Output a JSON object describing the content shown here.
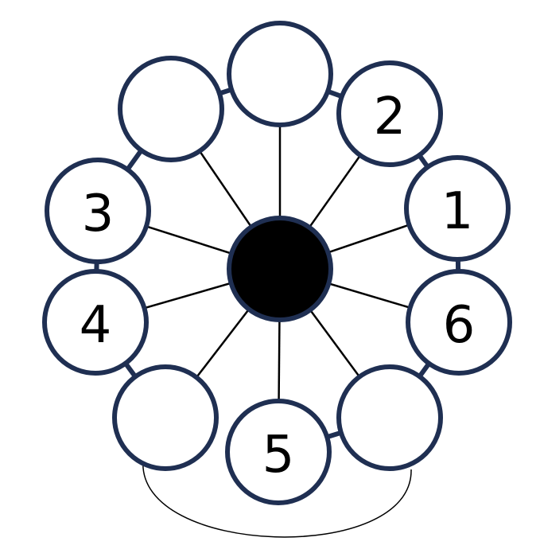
{
  "diagram": {
    "center": {
      "label": "",
      "color": "#000000"
    },
    "node_color": "#1f2f52",
    "nodes": [
      {
        "id": "top",
        "label": ""
      },
      {
        "id": "top-right",
        "label": "2"
      },
      {
        "id": "right-upper",
        "label": "1"
      },
      {
        "id": "right-lower",
        "label": "6"
      },
      {
        "id": "bottom-right",
        "label": ""
      },
      {
        "id": "bottom",
        "label": "5"
      },
      {
        "id": "bottom-left",
        "label": ""
      },
      {
        "id": "left-lower",
        "label": "4"
      },
      {
        "id": "left-upper",
        "label": "3"
      },
      {
        "id": "top-left",
        "label": ""
      }
    ]
  }
}
